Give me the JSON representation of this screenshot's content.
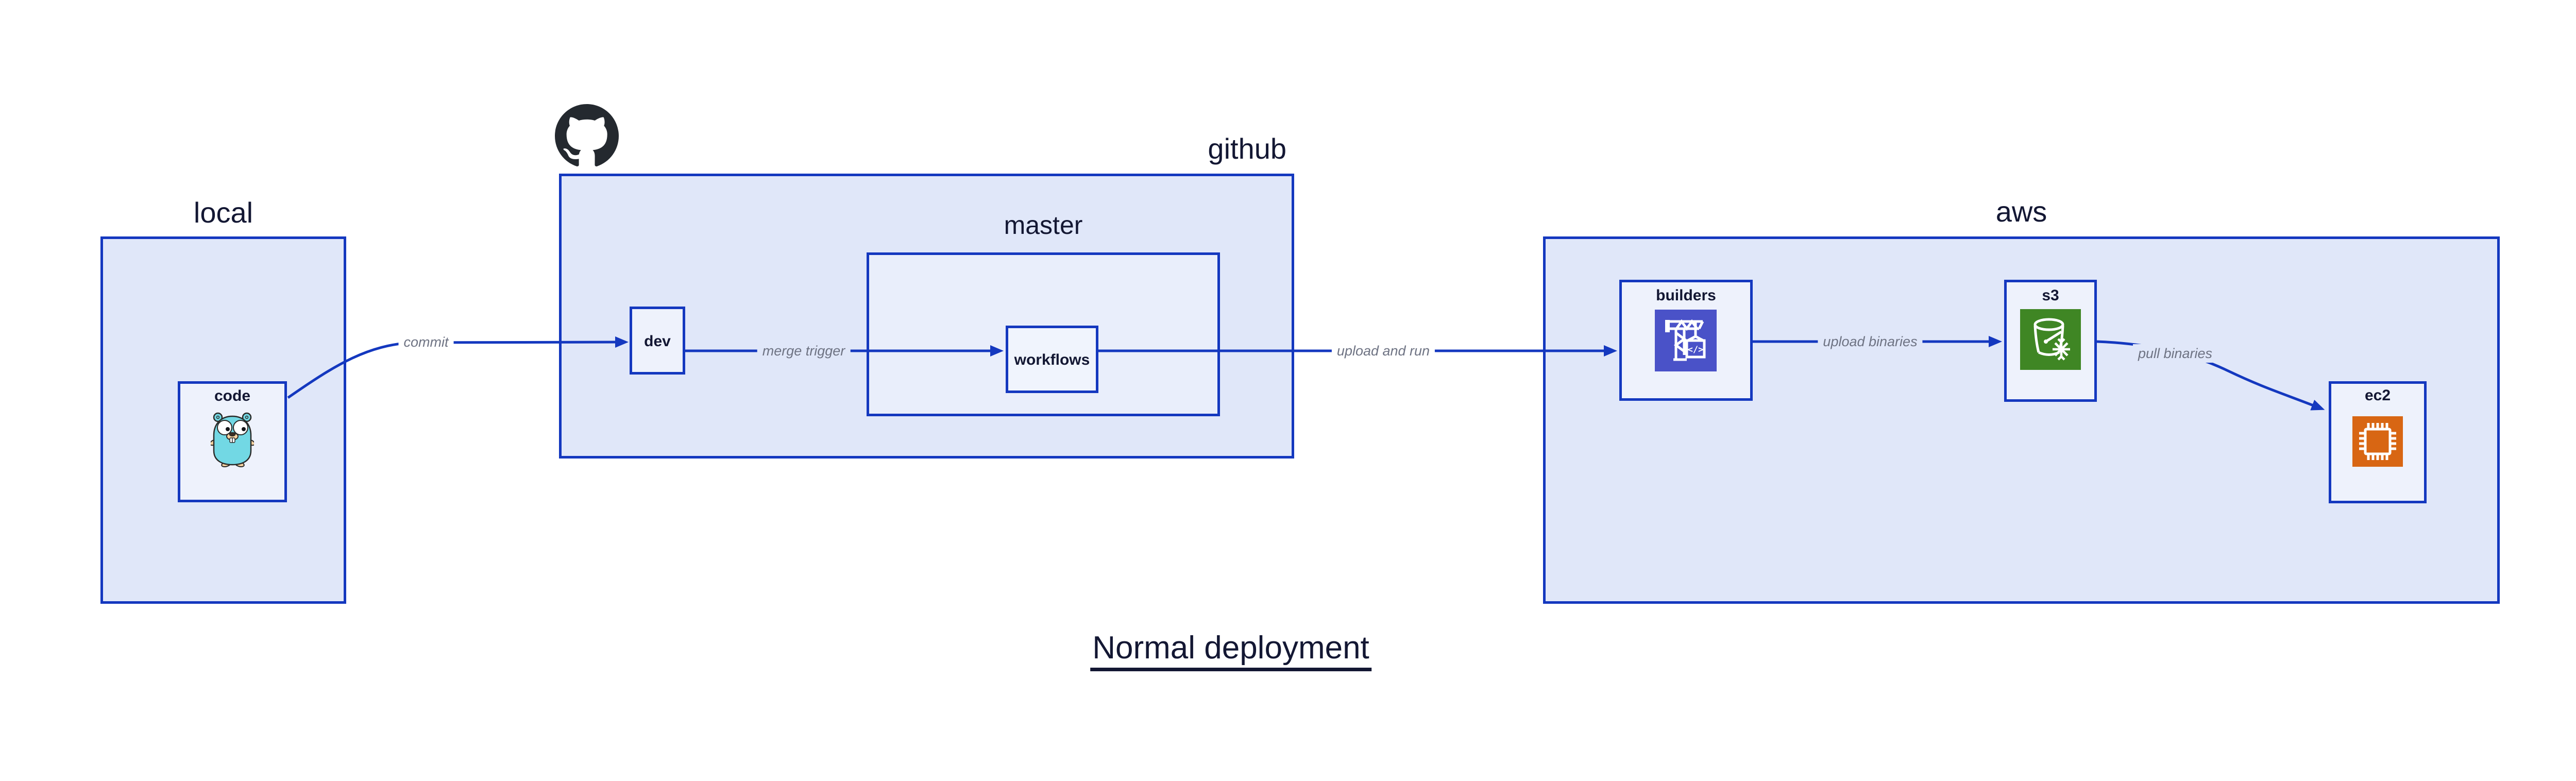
{
  "title": {
    "text": "Normal deployment"
  },
  "groups": {
    "local": {
      "label": "local"
    },
    "github": {
      "label": "github"
    },
    "master": {
      "label": "master"
    },
    "aws": {
      "label": "aws"
    }
  },
  "nodes": {
    "code": {
      "label": "code",
      "icon": "go-gopher-icon"
    },
    "dev": {
      "label": "dev"
    },
    "workflows": {
      "label": "workflows"
    },
    "builders": {
      "label": "builders",
      "icon": "codebuild-crane-icon"
    },
    "s3": {
      "label": "s3",
      "icon": "s3-glacier-bucket-icon"
    },
    "ec2": {
      "label": "ec2",
      "icon": "ec2-chip-icon"
    }
  },
  "edges": {
    "commit": {
      "label": "commit",
      "from": "code",
      "to": "dev"
    },
    "merge_trigger": {
      "label": "merge trigger",
      "from": "dev",
      "to": "workflows"
    },
    "upload_and_run": {
      "label": "upload and run",
      "from": "workflows",
      "to": "builders"
    },
    "upload_binaries": {
      "label": "upload binaries",
      "from": "builders",
      "to": "s3"
    },
    "pull_binaries": {
      "label": "pull binaries",
      "from": "s3",
      "to": "ec2"
    }
  },
  "icons": {
    "github_logo": "github-octocat-icon",
    "codebuild_glyph": "</>"
  },
  "colors": {
    "border_blue": "#1438bf",
    "group_fill": "#e0e7f9",
    "subgroup_fill": "#e9eefb",
    "node_fill": "#eef2fc",
    "edge_label_gray": "#6e7383",
    "text_navy": "#131733",
    "codebuild_indigo": "#4a52c8",
    "s3_green": "#3f8624",
    "ec2_orange": "#d86613",
    "github_black": "#24292f",
    "gopher_teal": "#72d8e4"
  }
}
